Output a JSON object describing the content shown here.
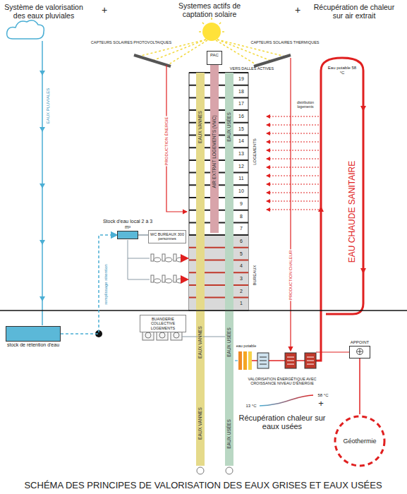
{
  "diagram": {
    "caption": "SCHÉMA DES PRINCIPES DE VALORISATION DES EAUX GRISES ET EAUX USÉES",
    "nodes": [
      {
        "text": [
          "PAC"
        ]
      },
      {
        "text": [
          "Stock d'eau local 2 à 3 m³"
        ]
      },
      {
        "text": [
          "WC BUREAUX 300 personnes"
        ]
      },
      {
        "text": [
          "BUANDERIE COLLECTIVE LOGEMENTS"
        ]
      },
      {
        "text": [
          "stock de rétention d'eau"
        ]
      },
      {
        "text": [
          "APPOINT"
        ]
      },
      {
        "text": [
          "Géothermie"
        ]
      }
    ],
    "edges": [
      {
        "from": 4,
        "to": 1,
        "arrow": "to",
        "label": "remplissage rétention"
      },
      {
        "from": 1,
        "to": 2,
        "arrow": "none"
      },
      {
        "from": 6,
        "to": 5,
        "arrow": "none"
      }
    ],
    "labels": [
      "Système de valorisation des eaux pluviales",
      "+",
      "Systemes actifs de captation solaire",
      "+",
      "Récupération de chaleur sur air extrait",
      "CAPTEURS SOLAIRES PHOTOVOLTAIQUES",
      "CAPTEURS SOLAIRES THERMIQUES",
      "VERS DALLES ACTIVES",
      "Eau potable 58 °C",
      "distribution logements",
      "EAU CHAUDE SANITAIRE",
      "EAUX PLUVIALES",
      "PRODUCTION ÉNERGIE",
      "PRODUCTION CHALEUR",
      "EAUX VANNES",
      "AIR EXTRAIT LOGEMENTS (VMC)",
      "EAUX USÉES",
      "LOGEMENTS",
      "BUREAUX",
      "19",
      "18",
      "17",
      "16",
      "15",
      "14",
      "13",
      "12",
      "11",
      "10",
      "9",
      "8",
      "7",
      "6",
      "5",
      "4",
      "3",
      "2",
      "1",
      "EAUX VANNES",
      "EAUX USÉES",
      "eau potable",
      "VALORISATION ÉNERGÉTIQUE AVEC CROISSANCE NIVEAU D'ÉNERGIE",
      "58 °C",
      "13 °C",
      "Récupération chaleur sur eaux usées",
      "+",
      "EAUX VANNES",
      "EAUX USÉES"
    ]
  }
}
